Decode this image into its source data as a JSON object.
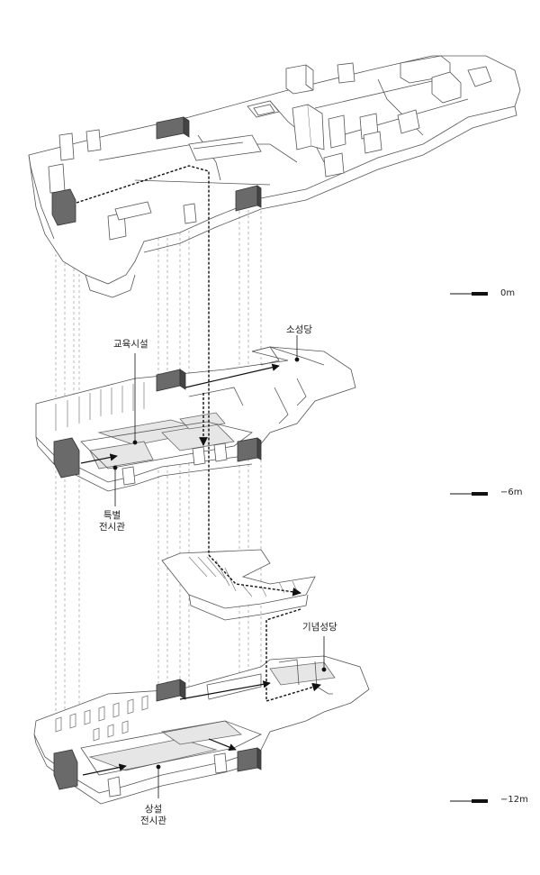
{
  "labels": {
    "small_chapel": "소성당",
    "education": "교육시설",
    "special_exhibition": [
      "특별",
      "전시관"
    ],
    "memorial_chapel": "기념성당",
    "permanent_exhibition": [
      "상설",
      "전시관"
    ]
  },
  "levels": [
    {
      "label": "0m"
    },
    {
      "label": "−6m"
    },
    {
      "label": "−12m"
    }
  ]
}
